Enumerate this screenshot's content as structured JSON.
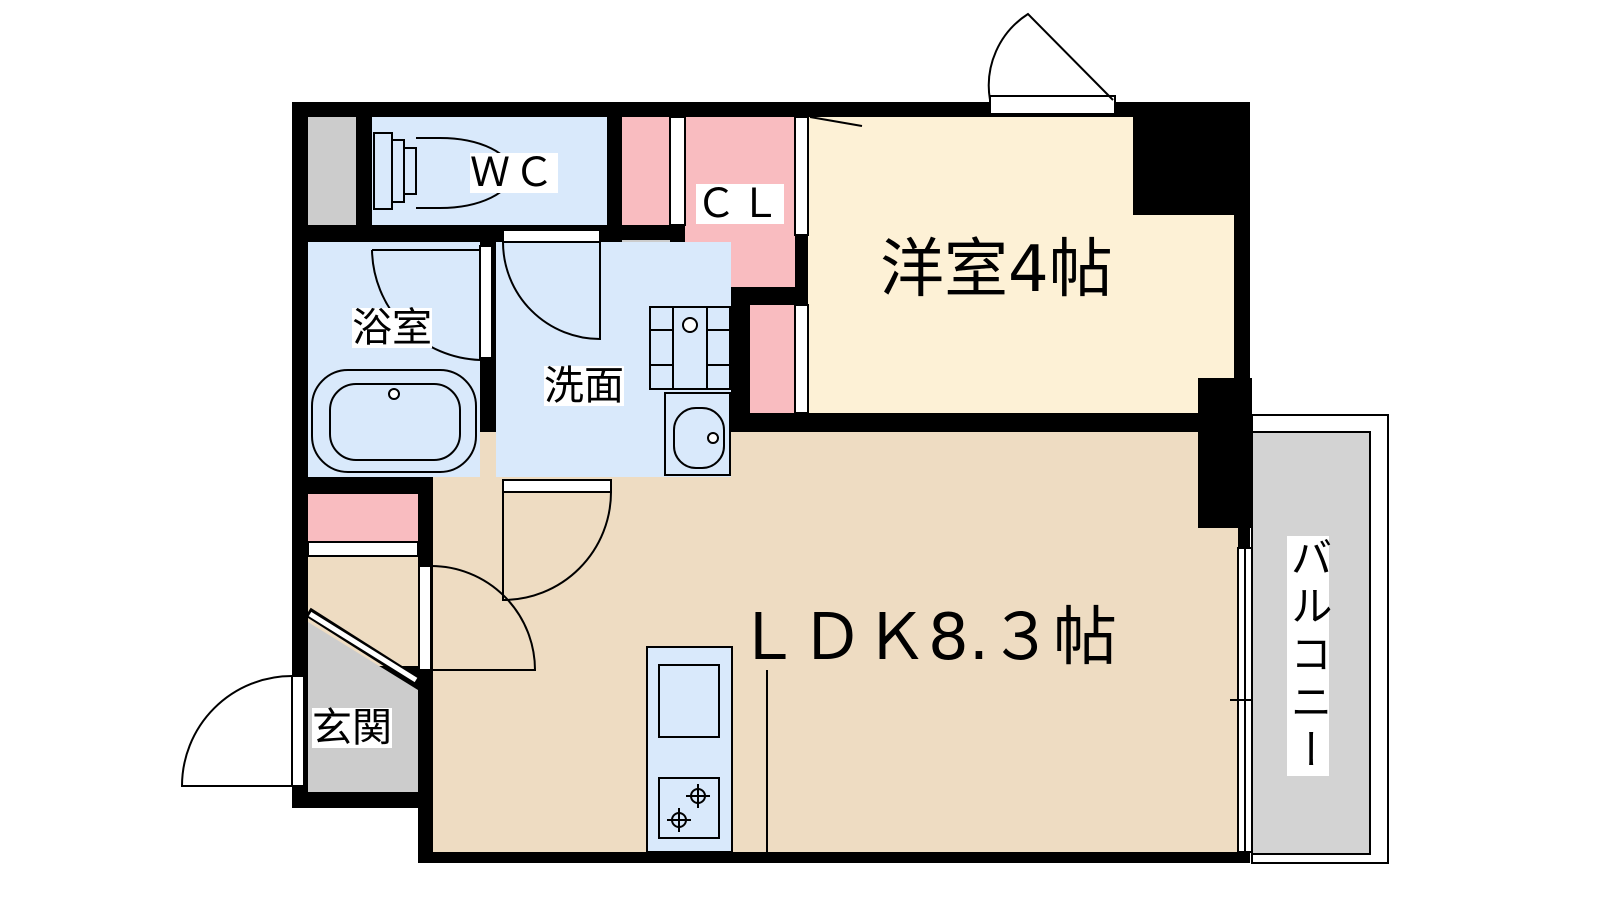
{
  "rooms": {
    "western_room": "洋室4帖",
    "ldk": "ＬＤＫ8.３帖",
    "wc": "ＷＣ",
    "closet": "ＣＬ",
    "bathroom": "浴室",
    "washroom": "洗面",
    "entrance": "玄関",
    "balcony": "バルコニー"
  },
  "colors": {
    "wall": "#000000",
    "western_room_floor": "#fdf1d6",
    "ldk_floor": "#eedcc2",
    "wet_area": "#d9e9fb",
    "storage": "#f9bcc0",
    "shaft": "#cccccc",
    "balcony": "#d3d3d3"
  }
}
